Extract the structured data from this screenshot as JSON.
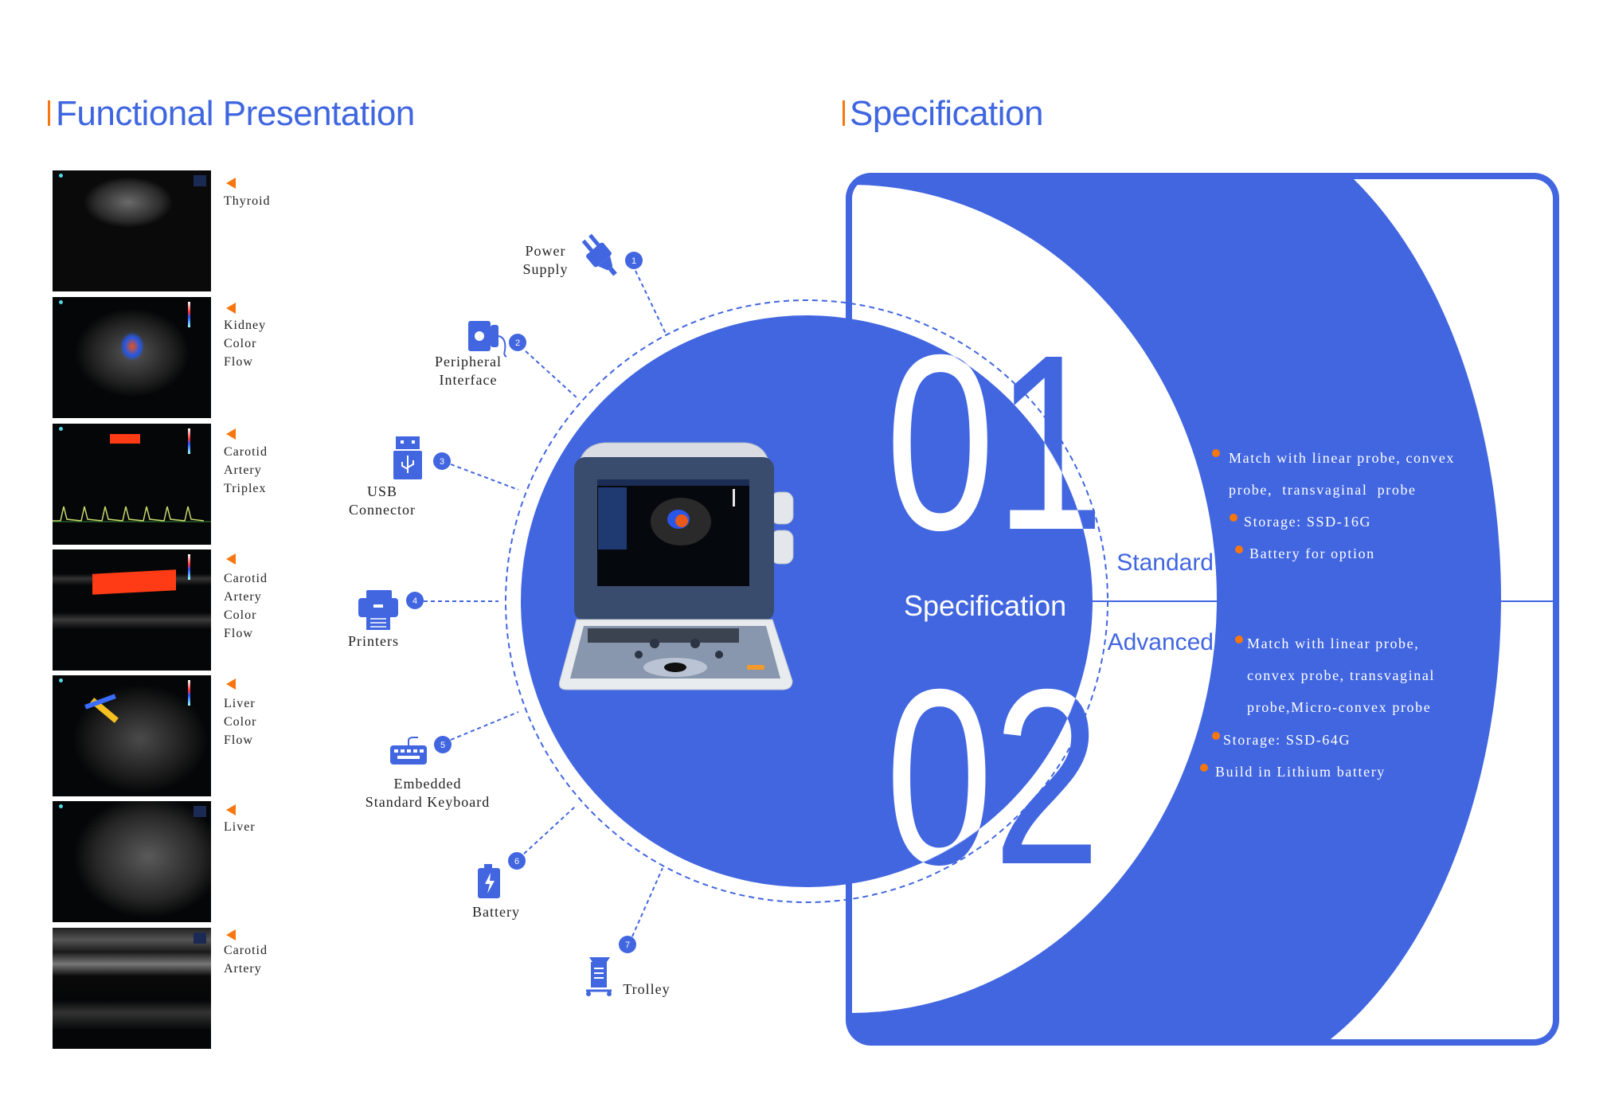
{
  "titles": {
    "functional": "Functional Presentation",
    "specification": "Specification"
  },
  "thumbnails": [
    {
      "lines": [
        "Thyroid"
      ]
    },
    {
      "lines": [
        "Kidney",
        "Color",
        "Flow"
      ]
    },
    {
      "lines": [
        "Carotid",
        "Artery",
        "Triplex"
      ]
    },
    {
      "lines": [
        "Carotid",
        "Artery",
        "Color",
        "Flow"
      ]
    },
    {
      "lines": [
        "Liver",
        "Color",
        "Flow"
      ]
    },
    {
      "lines": [
        "Liver"
      ]
    },
    {
      "lines": [
        "Carotid",
        "Artery"
      ]
    }
  ],
  "features": [
    {
      "number": "1",
      "lines": [
        "Power",
        "Supply"
      ],
      "icon": "plug-icon"
    },
    {
      "number": "2",
      "lines": [
        "Peripheral",
        "Interface"
      ],
      "icon": "probe-icon"
    },
    {
      "number": "3",
      "lines": [
        "USB",
        "Connector"
      ],
      "icon": "usb-icon"
    },
    {
      "number": "4",
      "lines": [
        "Printers"
      ],
      "icon": "printer-icon"
    },
    {
      "number": "5",
      "lines": [
        "Embedded",
        "Standard Keyboard"
      ],
      "icon": "keyboard-icon"
    },
    {
      "number": "6",
      "lines": [
        "Battery"
      ],
      "icon": "battery-icon"
    },
    {
      "number": "7",
      "lines": [
        "Trolley"
      ],
      "icon": "trolley-icon"
    }
  ],
  "spec": {
    "center_label": "Specification",
    "num1": "01",
    "num2": "02",
    "standard": {
      "label": "Standard",
      "lines": [
        "Match with linear probe, convex",
        "probe,  transvaginal  probe",
        "Storage: SSD-16G",
        "Battery for option"
      ]
    },
    "advanced": {
      "label": "Advanced",
      "lines": [
        "Match with linear probe,",
        "convex probe, transvaginal",
        "probe,Micro-convex probe",
        "Storage: SSD-64G",
        "Build in Lithium battery"
      ]
    }
  },
  "colors": {
    "blue": "#4166e0",
    "orange": "#f7760f"
  }
}
